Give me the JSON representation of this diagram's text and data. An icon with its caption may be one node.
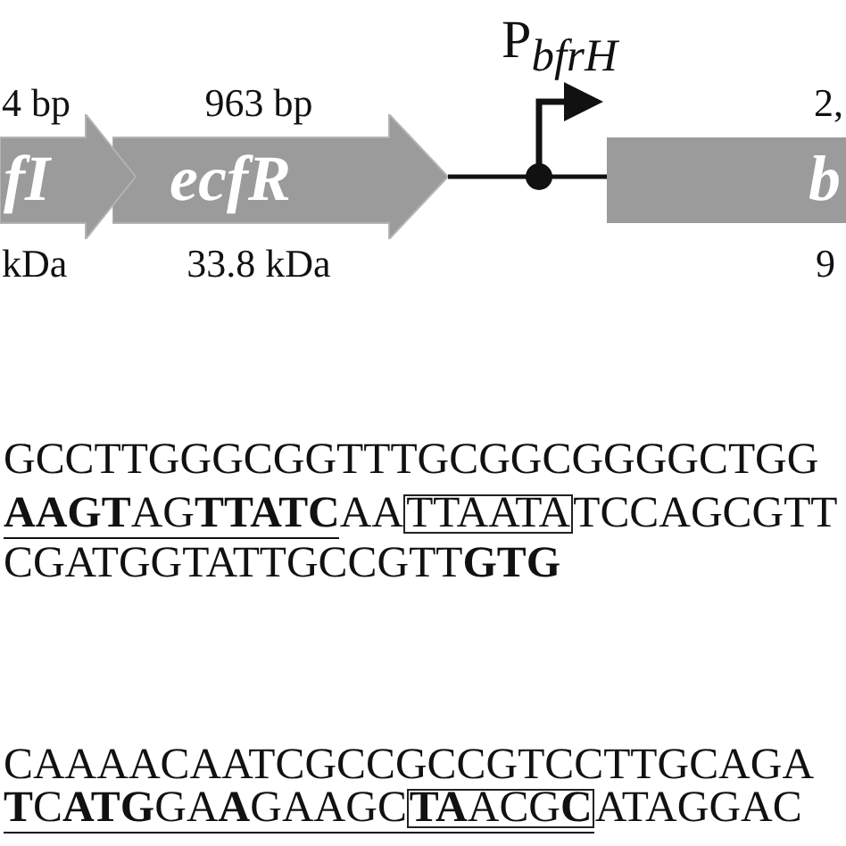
{
  "diagram": {
    "nodes": [
      {
        "text": [
          "fI"
        ],
        "beside": [
          "4 bp",
          "kDa"
        ]
      },
      {
        "text": [
          "ecfR"
        ],
        "beside": [
          "963 bp",
          "33.8 kDa"
        ]
      },
      {
        "text": [
          "b"
        ],
        "beside": [
          "2,",
          "9"
        ]
      },
      {
        "text": [
          "TTAATA"
        ]
      },
      {
        "text": [
          "**TA**ACG**C**"
        ]
      }
    ],
    "edges": [
      {
        "from": 1,
        "to": 2,
        "arrow": "none"
      }
    ],
    "labels": [
      "P$_{bfrH}$",
      "GCCTTGGGCGGTTTGCGGCGGGGCTGG",
      "**AAGT**AG**TTATC**AA",
      "TCCAGCGTT",
      "CGATGGTATTGCCGTT**GTG**",
      "CAAAACAATCGCCGCCGTCCTTGCAGA",
      "**T**C**ATG**GA**A**GAAGC",
      "ATAGGAC"
    ]
  }
}
